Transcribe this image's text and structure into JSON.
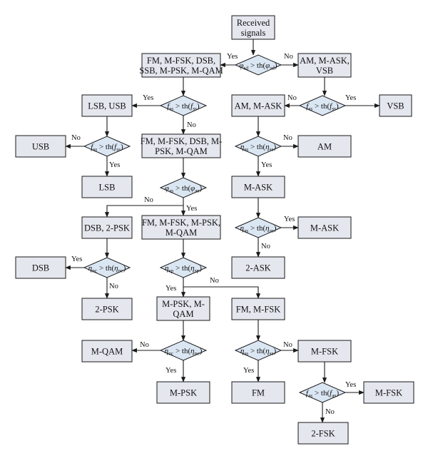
{
  "nodes": {
    "received": [
      "Received",
      "signals"
    ],
    "fm_all": [
      "FM, M-FSK, DSB,",
      "SSB, M-PSK, M-QAM"
    ],
    "am_all": [
      "AM, M-ASK,",
      "VSB"
    ],
    "lsb_usb": [
      "LSB, USB"
    ],
    "am_mask": [
      "AM, M-ASK"
    ],
    "vsb": [
      "VSB"
    ],
    "usb": [
      "USB"
    ],
    "fm_dsb": [
      "FM, M-FSK, DSB, M-",
      "PSK, M-QAM"
    ],
    "am": [
      "AM"
    ],
    "lsb": [
      "LSB"
    ],
    "mask1": [
      "M-ASK"
    ],
    "dsb_2psk": [
      "DSB, 2-PSK"
    ],
    "fm_mfsk_mpsk": [
      "FM, M-FSK, M-PSK,",
      "M-QAM"
    ],
    "mask2": [
      "M-ASK"
    ],
    "dsb": [
      "DSB"
    ],
    "ask2": [
      "2-ASK"
    ],
    "psk2": [
      "2-PSK"
    ],
    "mpsk_mqam": [
      "M-PSK, M-",
      "QAM"
    ],
    "fm_mfsk": [
      "FM, M-FSK"
    ],
    "mqam": [
      "M-QAM"
    ],
    "mfsk1": [
      "M-FSK"
    ],
    "mpsk": [
      "M-PSK"
    ],
    "fm": [
      "FM"
    ],
    "mfsk2": [
      "M-FSK"
    ],
    "fsk2": [
      "2-FSK"
    ]
  },
  "decisions": {
    "d1": {
      "sym": "φ",
      "sub": "sd"
    },
    "d2": {
      "sym": "f",
      "sub": "ss"
    },
    "d3": {
      "sym": "f",
      "sub": "ss"
    },
    "d4": {
      "sym": "f",
      "sub": "ss"
    },
    "d5": {
      "sym": "η",
      "sub": "ss"
    },
    "d6": {
      "sym": "φ",
      "sub": "as"
    },
    "d7": {
      "sym": "η",
      "sub": "as"
    },
    "d8": {
      "sym": "η",
      "sub": "nc"
    },
    "d9": {
      "sym": "η",
      "sub": "sp"
    },
    "d10": {
      "sym": "η",
      "sub": "nc"
    },
    "d11": {
      "sym": "η",
      "sub": "ss"
    },
    "d12": {
      "sym": "f",
      "sub": "as"
    }
  },
  "labels": {
    "yes": "Yes",
    "no": "No",
    "th": "th"
  }
}
